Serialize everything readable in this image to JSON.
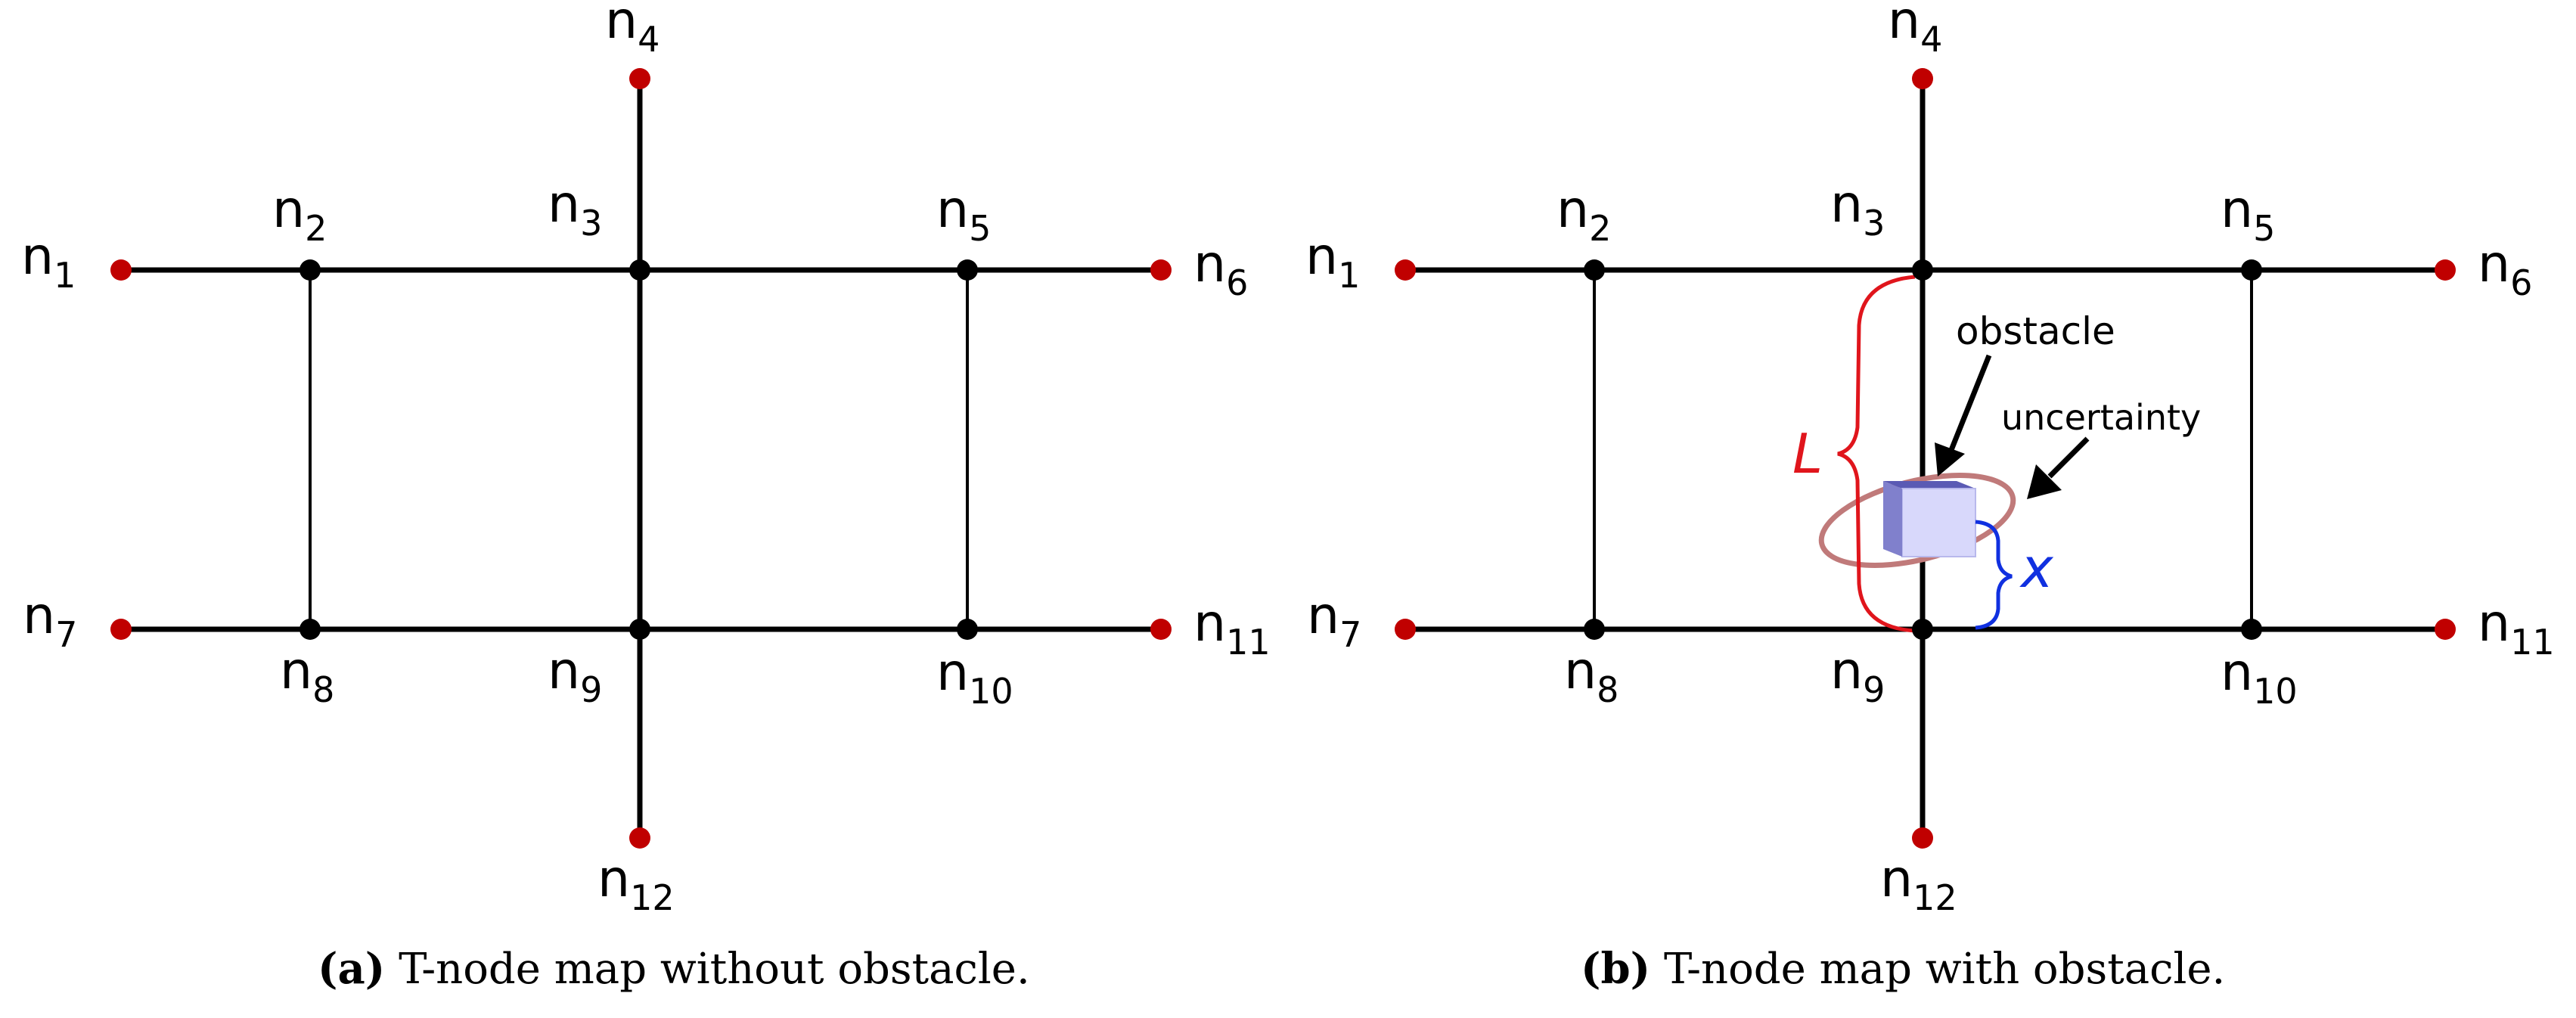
{
  "colors": {
    "edge": "#000000",
    "node_internal": "#000000",
    "node_terminal": "#c00000",
    "L_brace": "#e0151c",
    "x_brace": "#1030e0",
    "uncertainty_ellipse": "#c07a7a",
    "obstacle": "#8f8fe0"
  },
  "panels": [
    {
      "nodes": {
        "n1": "n",
        "n1_sub": "1",
        "n2": "n",
        "n2_sub": "2",
        "n3": "n",
        "n3_sub": "3",
        "n4": "n",
        "n4_sub": "4",
        "n5": "n",
        "n5_sub": "5",
        "n6": "n",
        "n6_sub": "6",
        "n7": "n",
        "n7_sub": "7",
        "n8": "n",
        "n8_sub": "8",
        "n9": "n",
        "n9_sub": "9",
        "n10": "n",
        "n10_sub": "10",
        "n11": "n",
        "n11_sub": "11",
        "n12": "n",
        "n12_sub": "12"
      },
      "caption_tag": "(a)",
      "caption_text": " T-node map without obstacle."
    },
    {
      "nodes": {
        "n1": "n",
        "n1_sub": "1",
        "n2": "n",
        "n2_sub": "2",
        "n3": "n",
        "n3_sub": "3",
        "n4": "n",
        "n4_sub": "4",
        "n5": "n",
        "n5_sub": "5",
        "n6": "n",
        "n6_sub": "6",
        "n7": "n",
        "n7_sub": "7",
        "n8": "n",
        "n8_sub": "8",
        "n9": "n",
        "n9_sub": "9",
        "n10": "n",
        "n10_sub": "10",
        "n11": "n",
        "n11_sub": "11",
        "n12": "n",
        "n12_sub": "12"
      },
      "annotations": {
        "obstacle": "obstacle",
        "uncertainty": "uncertainty",
        "L": "L",
        "x": "x"
      },
      "caption_tag": "(b)",
      "caption_text": " T-node map with obstacle."
    }
  ]
}
